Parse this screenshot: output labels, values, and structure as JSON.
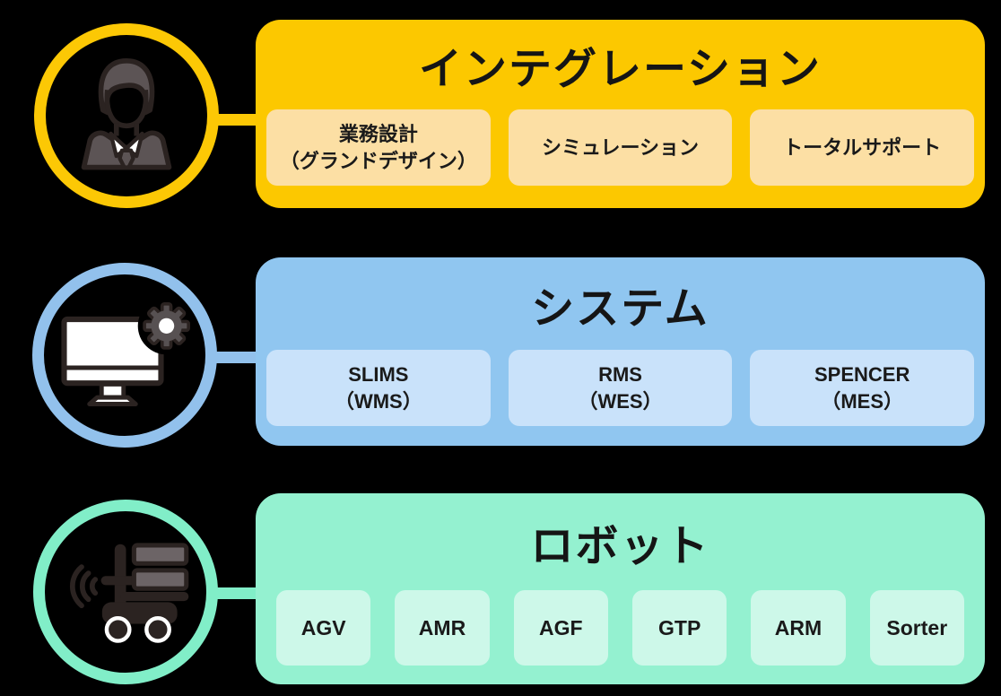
{
  "canvas": {
    "background": "#000000",
    "text_color": "#1a1a1a"
  },
  "icon_palette": {
    "outline": "#2b2321",
    "gray_fill": "#5c5455",
    "mid_gray": "#6c6466",
    "white": "#ffffff"
  },
  "sections": [
    {
      "id": "integration",
      "title": "インテグレーション",
      "icon": "businessman-icon",
      "colors": {
        "panel": "#fcc800",
        "chip": "#fcdfa4",
        "ring": "#fcc805"
      },
      "items": [
        {
          "lines": [
            "業務設計",
            "（グランドデザイン）"
          ]
        },
        {
          "lines": [
            "シミュレーション"
          ]
        },
        {
          "lines": [
            "トータルサポート"
          ]
        }
      ]
    },
    {
      "id": "system",
      "title": "システム",
      "icon": "monitor-gear-icon",
      "colors": {
        "panel": "#90c6f0",
        "chip": "#c9e2fa",
        "ring": "#92c1ec"
      },
      "items": [
        {
          "lines": [
            "SLIMS",
            "（WMS）"
          ]
        },
        {
          "lines": [
            "RMS",
            "（WES）"
          ]
        },
        {
          "lines": [
            "SPENCER",
            "（MES）"
          ]
        }
      ]
    },
    {
      "id": "robot",
      "title": "ロボット",
      "icon": "agv-robot-icon",
      "colors": {
        "panel": "#94f1d0",
        "chip": "#cdf8e9",
        "ring": "#81eec8"
      },
      "items": [
        {
          "lines": [
            "AGV"
          ]
        },
        {
          "lines": [
            "AMR"
          ]
        },
        {
          "lines": [
            "AGF"
          ]
        },
        {
          "lines": [
            "GTP"
          ]
        },
        {
          "lines": [
            "ARM"
          ]
        },
        {
          "lines": [
            "Sorter"
          ]
        }
      ]
    }
  ]
}
